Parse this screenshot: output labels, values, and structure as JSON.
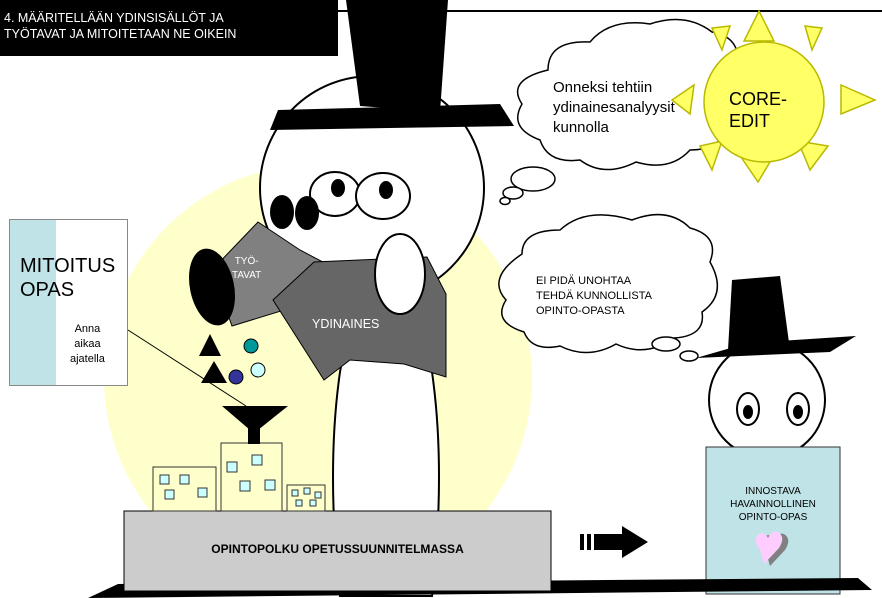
{
  "title": {
    "line1": "4. MÄÄRITELLÄÄN YDINSISÄLLÖT JA",
    "line2": "TYÖTAVAT JA MITOITETAAN NE OIKEIN"
  },
  "card": {
    "title_line1": "MITOITUS",
    "title_line2": "OPAS",
    "note_line1": "Anna",
    "note_line2": "aikaa",
    "note_line3": "ajatella"
  },
  "thought_bubble_main": {
    "line1": "Onneksi tehtiin",
    "line2": "ydinainesanalyysit",
    "line3": "kunnolla"
  },
  "thought_bubble_small": {
    "line1": "EI PIDÄ UNOHTAA",
    "line2": "TEHDÄ KUNNOLLISTA",
    "line3": "OPINTO-OPASTA"
  },
  "sun": {
    "line1": "CORE-",
    "line2": "EDIT"
  },
  "funnel_labels": {
    "work_methods_line1": "TYÖ-",
    "work_methods_line2": "TAVAT",
    "core_content": "YDINAINES"
  },
  "platform_label": "OPINTOPOLKU OPETUSSUUNNITELMASSA",
  "guide_box": {
    "line1": "INNOSTAVA",
    "line2": "HAVAINNOLLINEN",
    "line3": "OPINTO-OPAS"
  },
  "colors": {
    "halo": "#ffffcc",
    "sun_yellow": "#ffff66",
    "card_spine": "#bfe3e6",
    "guide_box": "#bfe3e6",
    "funnel_gray": "#808080",
    "platform_gray": "#cccccc",
    "building": "#ffffcc",
    "window": "#ccffff",
    "heart_pink": "#ffccff"
  }
}
